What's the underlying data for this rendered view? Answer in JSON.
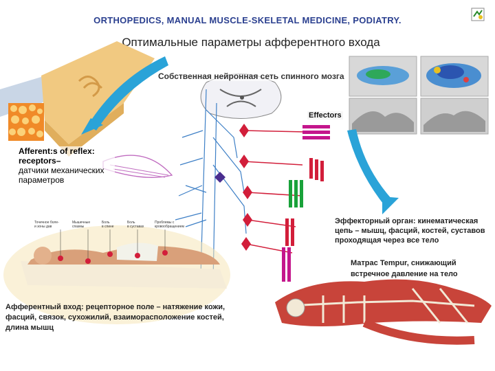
{
  "header": "ORTHOPEDICS, MANUAL MUSCLE-SKELETAL MEDICINE, PODIATRY.",
  "title": "Оптимальные параметры афферентного входа",
  "subtitle": "Собственная нейронная сеть спинного мозга",
  "effectors": "Effectors",
  "afferent_reflex": {
    "line1": "Afferent:s of reflex: receptors–",
    "line2": "датчики механических параметров"
  },
  "effector_organ": "Эффекторный орган: кинематическая цепь – мышц, фасций, костей, суставов проходящая через все тело",
  "mattress": "Матрас Tempur, снижающий встречное давление на тело",
  "afferent_input": "Афферентный вход: рецепторное поле – натяжение кожи, фасций, связок, сухожилий, взаиморасположение костей, длина мышц",
  "body_labels": [
    "Точечное боле- и зоны дав",
    "Мышечные спазмы",
    "Боль в спине",
    "Боль в суставах",
    "Проблемы с кровообращением"
  ],
  "icons": {
    "corner": "document-icon",
    "arrow_left": "curved-arrow-icon",
    "arrow_right": "curved-arrow-icon"
  },
  "colors": {
    "header": "#2a3f8f",
    "arrow": "#2aa3d8",
    "nerve": "#3d7fc6",
    "muscle_red": "#d21e3a",
    "muscle_green": "#19a23a",
    "muscle_magenta": "#c4168c"
  }
}
